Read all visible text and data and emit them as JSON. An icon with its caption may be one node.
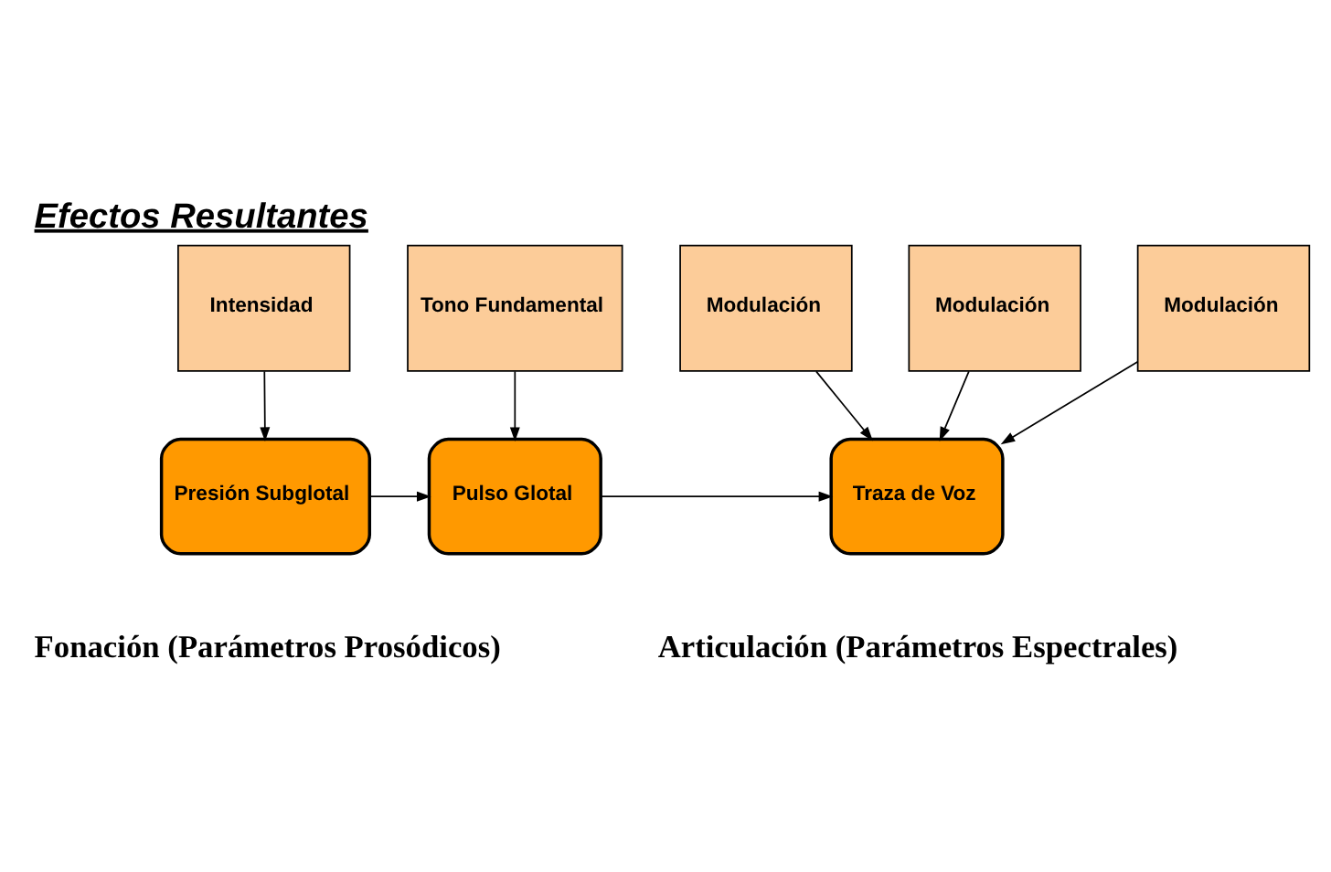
{
  "diagram": {
    "title": "Efectos Resultantes",
    "nodes": [
      {
        "text": [
          "Intensidad"
        ]
      },
      {
        "text": [
          "Tono Fundamental"
        ]
      },
      {
        "text": [
          "Modulación"
        ]
      },
      {
        "text": [
          "Modulación"
        ]
      },
      {
        "text": [
          "Modulación"
        ]
      },
      {
        "text": [
          "Presión Subglotal"
        ]
      },
      {
        "text": [
          "Pulso Glotal"
        ]
      },
      {
        "text": [
          "Traza de Voz"
        ]
      }
    ],
    "edges": [
      {
        "from": 0,
        "to": 5,
        "arrow": "to"
      },
      {
        "from": 1,
        "to": 6,
        "arrow": "to"
      },
      {
        "from": 5,
        "to": 6,
        "arrow": "to"
      },
      {
        "from": 6,
        "to": 7,
        "arrow": "to"
      },
      {
        "from": 3,
        "to": 7,
        "arrow": "to"
      },
      {
        "from": 2,
        "to": 7,
        "arrow": "to"
      },
      {
        "from": 4,
        "to": 7,
        "arrow": "to"
      }
    ],
    "labels": [
      "Fonación (Parámetros Prosódicos)",
      "Articulación (Parámetros Espectrales)"
    ]
  }
}
